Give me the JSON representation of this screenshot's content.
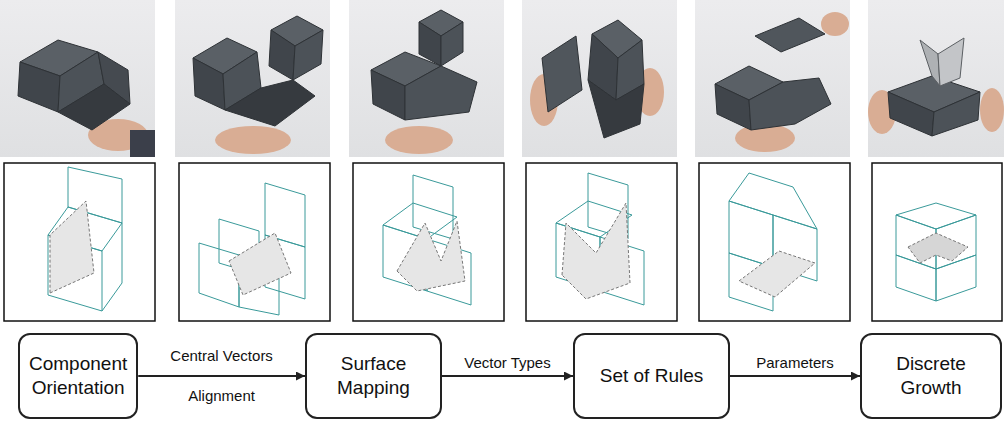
{
  "diagram": {
    "nodes": [
      {
        "text": [
          "Component Orientation"
        ]
      },
      {
        "text": [
          "Surface Mapping"
        ]
      },
      {
        "text": [
          "Set of Rules"
        ]
      },
      {
        "text": [
          "Discrete Growth"
        ]
      }
    ],
    "edges": [
      {
        "from": 0,
        "to": 1,
        "arrow": "to",
        "label": "Central Vectors Alignment"
      },
      {
        "from": 1,
        "to": 2,
        "arrow": "to",
        "label": "Vector Types"
      },
      {
        "from": 2,
        "to": 3,
        "arrow": "to",
        "label": "Parameters"
      }
    ]
  }
}
